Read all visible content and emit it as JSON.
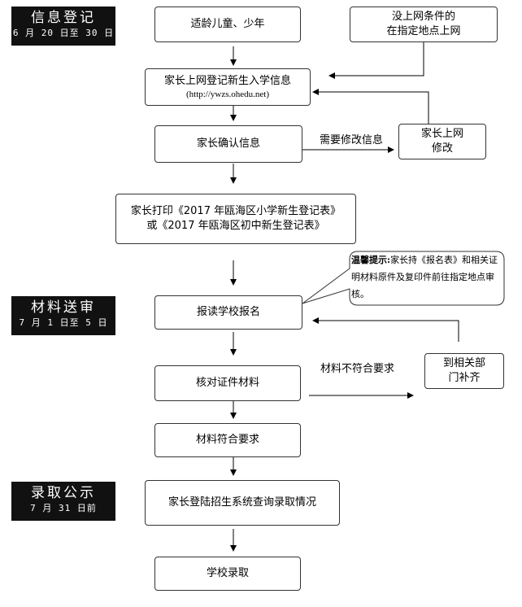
{
  "phases": [
    {
      "title": "信息登记",
      "dates": "6 月 20 日至 30 日"
    },
    {
      "title": "材料送审",
      "dates": "7 月 1 日至 5 日"
    },
    {
      "title": "录取公示",
      "dates": "7 月 31 日前"
    }
  ],
  "steps": {
    "eligible": "适龄儿童、少年",
    "no_internet": [
      "没上网条件的",
      "在指定地点上网"
    ],
    "register_online": "家长上网登记新生入学信息",
    "register_url": "(http://ywzs.ohedu.net)",
    "confirm_info": "家长确认信息",
    "modify_online": [
      "家长上网",
      "修改"
    ],
    "print_form": [
      "家长打印《2017 年瓯海区小学新生登记表》",
      "或《2017 年瓯海区初中新生登记表》"
    ],
    "school_apply": "报读学校报名",
    "supplement": [
      "到相关部",
      "门补齐"
    ],
    "verify_docs": "核对证件材料",
    "docs_ok": "材料符合要求",
    "check_result": "家长登陆招生系统查询录取情况",
    "admitted": "学校录取"
  },
  "labels": {
    "need_modify": "需要修改信息",
    "docs_not_ok": "材料不符合要求"
  },
  "tip": {
    "heading": "温馨提示:",
    "text": "家长持《报名表》和相关证明材料原件及复印件前往指定地点审核。"
  }
}
